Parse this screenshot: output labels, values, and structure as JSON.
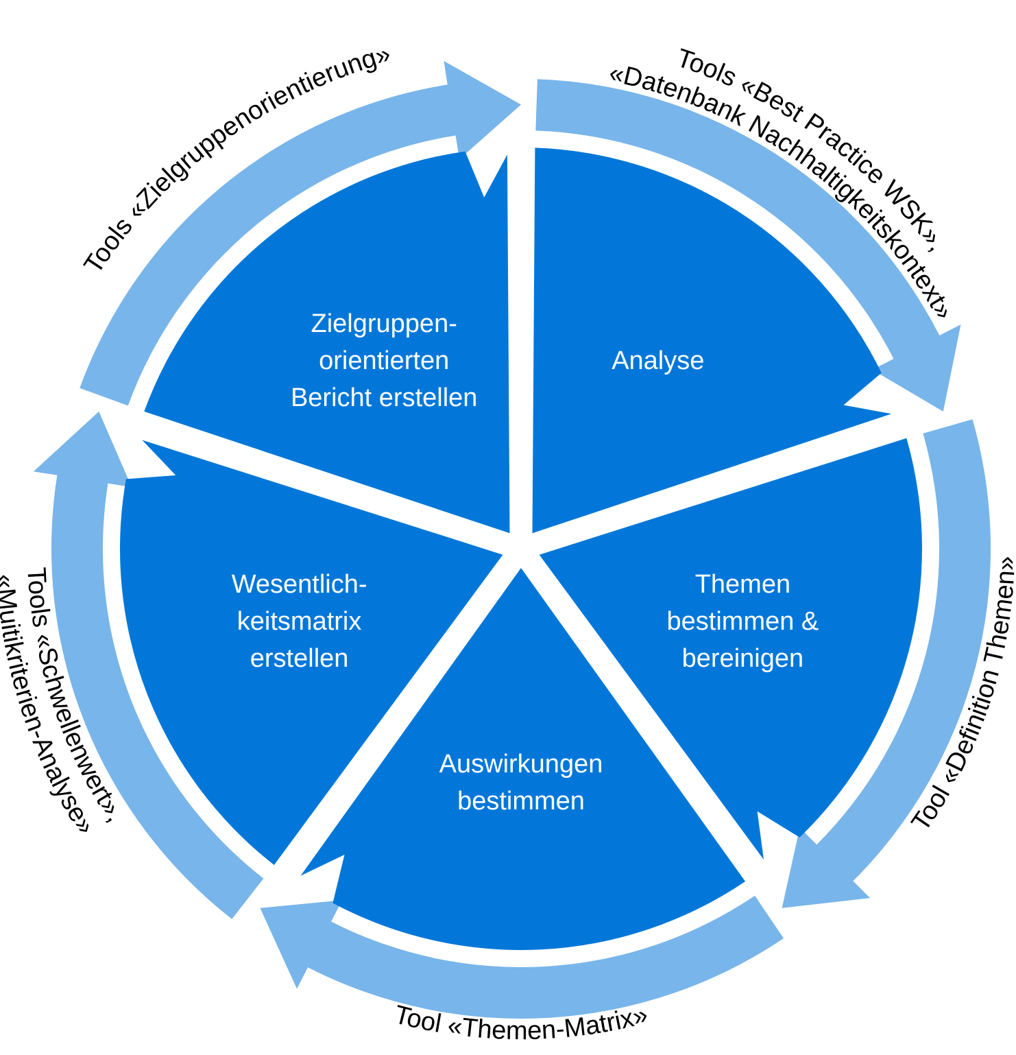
{
  "colors": {
    "segment_fill": "#0277D9",
    "arrow_fill": "#78B5EA",
    "background": "#FFFFFF",
    "segment_text": "#FFFFFF",
    "tool_text": "#000000"
  },
  "segments": [
    {
      "id": "analyse",
      "lines": [
        "Analyse"
      ]
    },
    {
      "id": "themen",
      "lines": [
        "Themen",
        "bestimmen &",
        "bereinigen"
      ]
    },
    {
      "id": "auswirkungen",
      "lines": [
        "Auswirkungen",
        "bestimmen"
      ]
    },
    {
      "id": "wesentlichkeit",
      "lines": [
        "Wesentlich-",
        "keitsmatrix",
        "erstellen"
      ]
    },
    {
      "id": "zielgruppen",
      "lines": [
        "Zielgruppen-",
        "orientierten",
        "Bericht erstellen"
      ]
    }
  ],
  "tools": [
    {
      "id": "best-practice",
      "lines": [
        "Tools «Best Practice WSK»,",
        "«Datenbank Nachhaltigkeitskontext»"
      ]
    },
    {
      "id": "definition",
      "lines": [
        "Tool «Definition Themen»"
      ]
    },
    {
      "id": "themen-matrix",
      "lines": [
        "Tool «Themen-Matrix»"
      ]
    },
    {
      "id": "schwellenwert",
      "lines": [
        "Tools «Schwellenwert»,",
        "«Muitikriterien-Analyse»"
      ]
    },
    {
      "id": "zielgruppenorientierung",
      "lines": [
        "Tools «Zielgruppenorientierung»"
      ]
    }
  ]
}
